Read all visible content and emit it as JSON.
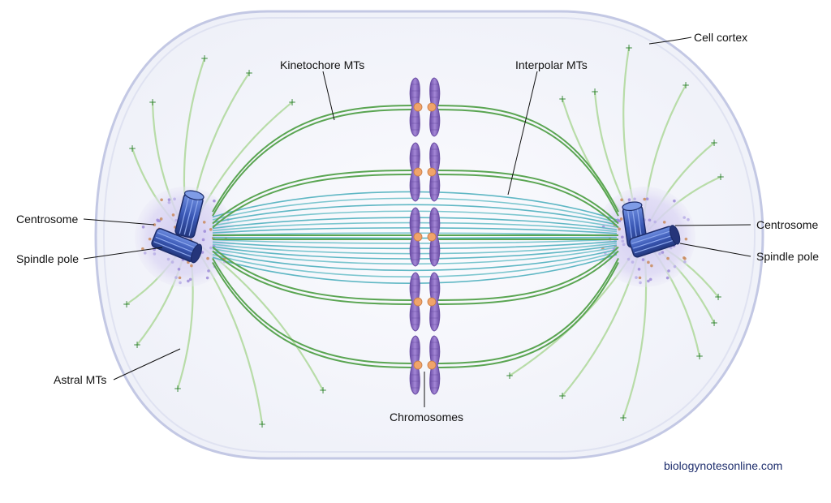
{
  "labels": {
    "cell_cortex": "Cell cortex",
    "kinetochore_mts": "Kinetochore MTs",
    "interpolar_mts": "Interpolar MTs",
    "centrosome_left": "Centrosome",
    "spindle_pole_left": "Spindle pole",
    "centrosome_right": "Centrosome",
    "spindle_pole_right": "Spindle pole",
    "astral_mts": "Astral MTs",
    "chromosomes": "Chromosomes"
  },
  "plus_marker": "+",
  "credit": "biologynotesonline.com",
  "colors": {
    "cell_fill": "#f6f7fb",
    "cell_border": "#c9cde6",
    "astral": "#b8dca8",
    "kinetochore": "#5aa552",
    "interpolar": "#5fb7c4",
    "chromosome": "#8d6cc4",
    "chromosome_dark": "#6a4ca3",
    "kinetochore_dot": "#f0a46a",
    "centrosome_cloud": "#d9d4f1",
    "centriole": "#3d5bb8",
    "plus_sign": "#3b8a3b"
  }
}
